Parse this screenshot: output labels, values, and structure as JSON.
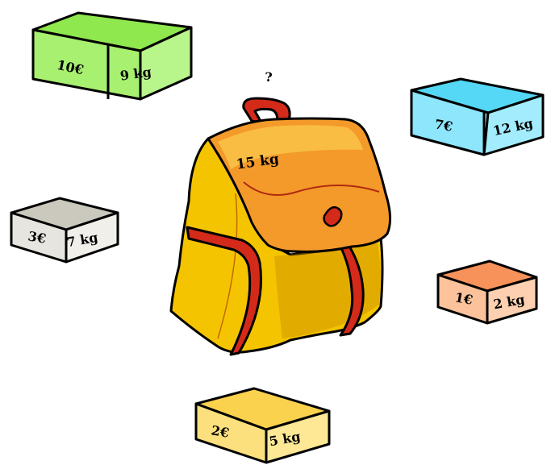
{
  "question_mark": "?",
  "bag": {
    "capacity_label": "15 kg",
    "colors": {
      "body": "#f5c400",
      "flap": "#f39a2a",
      "straps": "#d42a1a",
      "handle": "#d42a1a",
      "outline": "#000000"
    }
  },
  "items": [
    {
      "value": "10€",
      "weight": "9 kg",
      "colors": {
        "top": "#8fe84e",
        "front": "#a8f070",
        "side": "#b8f58a"
      }
    },
    {
      "value": "7€",
      "weight": "12 kg",
      "colors": {
        "top": "#55d8f5",
        "front": "#8de6fb",
        "side": "#a3ecfd"
      }
    },
    {
      "value": "3€",
      "weight": "7 kg",
      "colors": {
        "top": "#cbc8bd",
        "front": "#e7e5df",
        "side": "#f0efea"
      }
    },
    {
      "value": "1€",
      "weight": "2 kg",
      "colors": {
        "top": "#f7925a",
        "front": "#fbc29b",
        "side": "#fcd0b0"
      }
    },
    {
      "value": "2€",
      "weight": "5 kg",
      "colors": {
        "top": "#fbd24e",
        "front": "#fde07e",
        "side": "#fee896"
      }
    }
  ]
}
